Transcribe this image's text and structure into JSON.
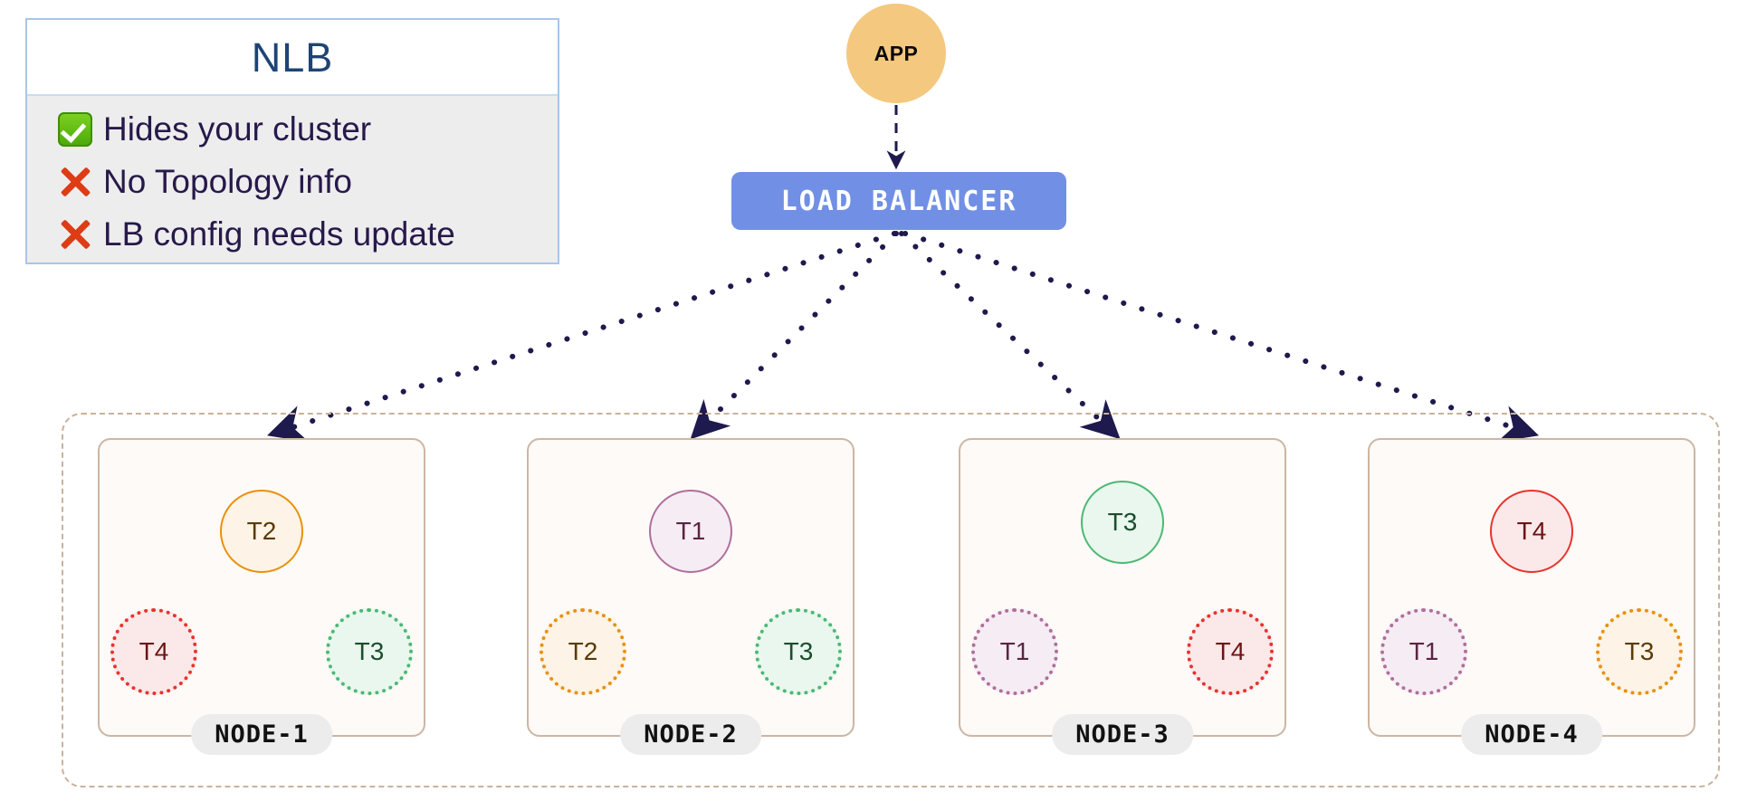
{
  "legend": {
    "title": "NLB",
    "items": [
      {
        "icon": "check-icon",
        "status": "pro",
        "text": "Hides your cluster"
      },
      {
        "icon": "cross-icon",
        "status": "con",
        "text": "No Topology info"
      },
      {
        "icon": "cross-icon",
        "status": "con",
        "text": "LB config needs update"
      }
    ]
  },
  "app": {
    "label": "APP"
  },
  "load_balancer": {
    "label": "LOAD  BALANCER"
  },
  "cluster": {
    "nodes": [
      {
        "name": "NODE-1",
        "active": {
          "label": "T2",
          "color": "orange"
        },
        "ghosts": [
          {
            "label": "T4",
            "color": "red"
          },
          {
            "label": "T3",
            "color": "green"
          }
        ]
      },
      {
        "name": "NODE-2",
        "active": {
          "label": "T1",
          "color": "purple"
        },
        "ghosts": [
          {
            "label": "T2",
            "color": "orange"
          },
          {
            "label": "T3",
            "color": "green"
          }
        ]
      },
      {
        "name": "NODE-3",
        "active": {
          "label": "T3",
          "color": "green"
        },
        "ghosts": [
          {
            "label": "T1",
            "color": "purple"
          },
          {
            "label": "T4",
            "color": "red"
          }
        ]
      },
      {
        "name": "NODE-4",
        "active": {
          "label": "T4",
          "color": "red"
        },
        "ghosts": [
          {
            "label": "T1",
            "color": "purple"
          },
          {
            "label": "T3",
            "color": "orange"
          }
        ]
      }
    ]
  },
  "colors": {
    "app_fill": "#f4c87e",
    "lb_fill": "#7190e5",
    "arrow": "#1e1a4d",
    "cluster_border": "#cbb29a",
    "node_border": "#cdb6a4",
    "legend_border": "#a8c6e8",
    "legend_title": "#1e4474",
    "check": "#4aa80a",
    "cross": "#dd3c14",
    "orange": "#e8910c",
    "purple": "#b06e9c",
    "green": "#4cb873",
    "red": "#e8332e"
  },
  "edges": {
    "app_to_lb": {
      "style": "dashed",
      "from": "APP",
      "to": "LOAD  BALANCER"
    },
    "lb_to_nodes": {
      "style": "dotted",
      "targets": [
        "NODE-1",
        "NODE-2",
        "NODE-3",
        "NODE-4"
      ]
    }
  }
}
